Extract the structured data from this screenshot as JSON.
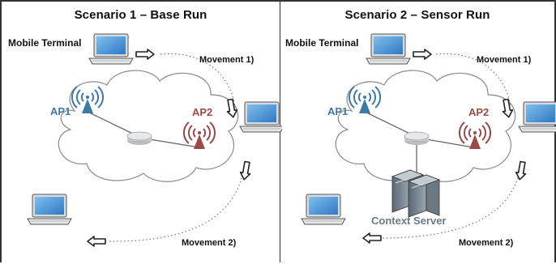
{
  "scenario1": {
    "title": "Scenario 1 – Base Run",
    "mobile_terminal": "Mobile Terminal",
    "movement1": "Movement 1)",
    "movement2": "Movement 2)",
    "ap1": "AP1",
    "ap2": "AP2"
  },
  "scenario2": {
    "title": "Scenario 2 – Sensor Run",
    "mobile_terminal": "Mobile Terminal",
    "movement1": "Movement 1)",
    "movement2": "Movement 2)",
    "ap1": "AP1",
    "ap2": "AP2",
    "context_server": "Context Server"
  },
  "colors": {
    "ap1": "#3d7aa8",
    "ap2": "#9a4a48",
    "cloud_stroke": "#8a8a8a",
    "laptop_screen": "#4f97d6"
  },
  "icons": [
    "laptop-icon",
    "access-point-icon",
    "router-icon",
    "server-icon",
    "cloud-shape",
    "arrow-icon"
  ]
}
